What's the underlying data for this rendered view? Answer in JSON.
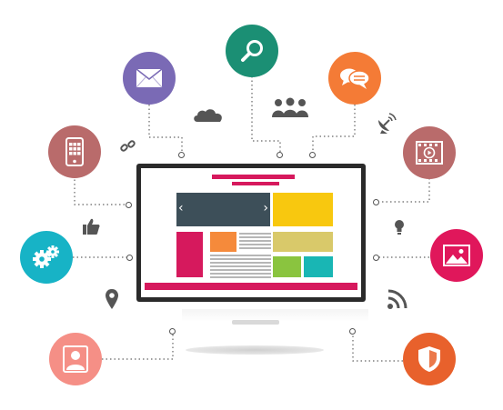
{
  "scene": {
    "description_free": true,
    "icons": [
      {
        "id": "search",
        "color": "#1b8f74"
      },
      {
        "id": "email",
        "color": "#7a6ab5"
      },
      {
        "id": "chat",
        "color": "#f47b36"
      },
      {
        "id": "mobile",
        "color": "#b96b6b"
      },
      {
        "id": "video",
        "color": "#b96b6b"
      },
      {
        "id": "settings",
        "color": "#17b3c6"
      },
      {
        "id": "image",
        "color": "#e0175b"
      },
      {
        "id": "user",
        "color": "#f58f86"
      },
      {
        "id": "shield",
        "color": "#e8612c"
      }
    ],
    "accent_colors": {
      "monitor_frame": "#2a2a2a",
      "header_bar": "#d6195d",
      "slider": "#3d4f59",
      "yellow_block": "#f8c80f",
      "pale_block": "#d9c96a",
      "green_block": "#8ac43f",
      "teal_block": "#19b6b4",
      "orange_block": "#f58a3b",
      "pink_block": "#d6195d",
      "dark_icon_gray": "#555555"
    },
    "slider_arrows": {
      "left": "‹",
      "right": "›"
    }
  }
}
